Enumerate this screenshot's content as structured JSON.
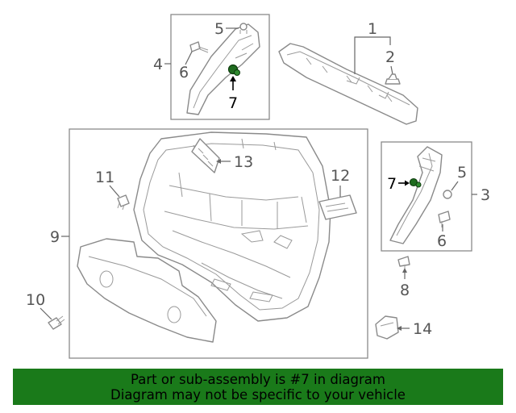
{
  "callouts": {
    "c1": "1",
    "c2": "2",
    "c3": "3",
    "c4": "4",
    "c5a": "5",
    "c5b": "5",
    "c6a": "6",
    "c6b": "6",
    "c7a": "7",
    "c7b": "7",
    "c8": "8",
    "c9": "9",
    "c10": "10",
    "c11": "11",
    "c12": "12",
    "c13": "13",
    "c14": "14"
  },
  "highlight": {
    "part_number": "7",
    "color": "#1a7a1a"
  },
  "banner": {
    "line1": "Part or sub-assembly is #7 in diagram",
    "line2": "Diagram may not be specific to your vehicle"
  },
  "colors": {
    "banner_bg": "#1a7a1a",
    "part_stroke": "#8a8a8a",
    "highlight_part": "#1f6b1f"
  }
}
